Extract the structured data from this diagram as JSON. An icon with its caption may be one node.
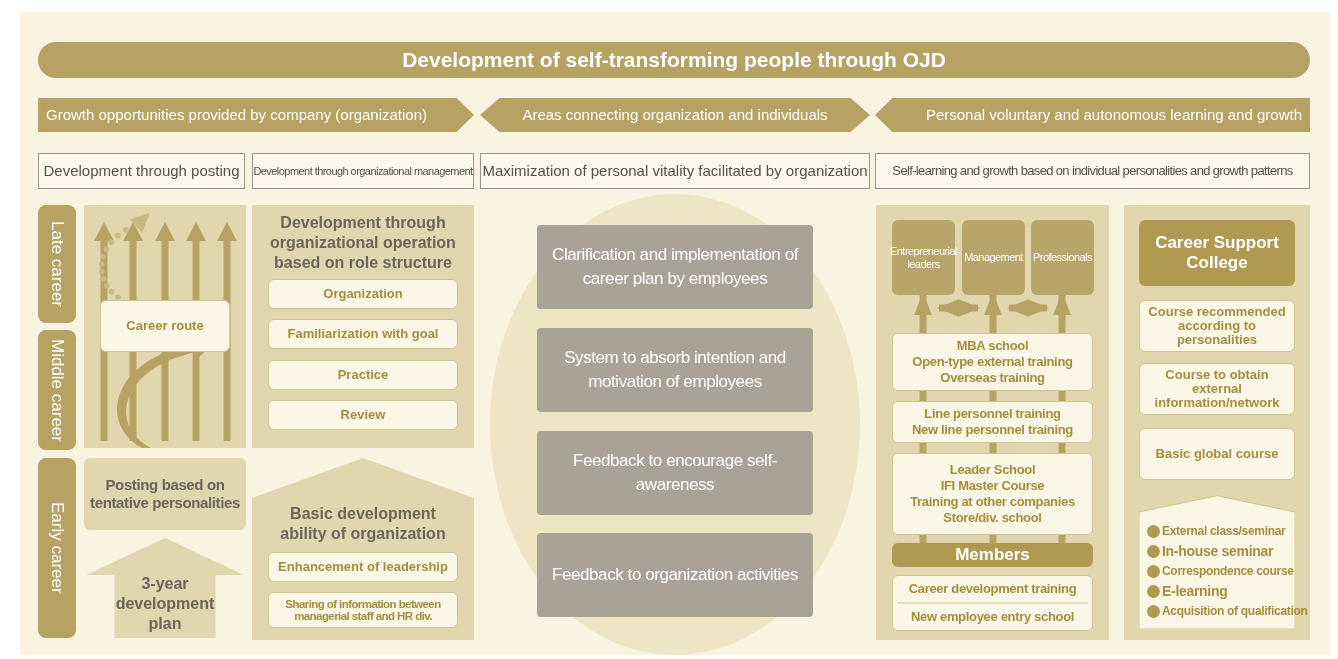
{
  "diagram": {
    "nodes": [
      {
        "text": [
          "Development of self-transforming people through OJD"
        ]
      },
      {
        "text": [
          "Growth opportunities provided by company (organization)"
        ]
      },
      {
        "text": [
          "Areas connecting organization and individuals"
        ]
      },
      {
        "text": [
          "Personal voluntary and autonomous learning and growth"
        ]
      },
      {
        "text": [
          "Development through posting"
        ]
      },
      {
        "text": [
          "Development through organizational management"
        ]
      },
      {
        "text": [
          "Maximization of personal vitality facilitated by organization"
        ]
      },
      {
        "text": [
          "Self-learning and growth based on individual personalities and growth patterns"
        ]
      },
      {
        "text": [
          "Late career"
        ]
      },
      {
        "text": [
          "Middle career"
        ]
      },
      {
        "text": [
          "Early career"
        ]
      },
      {
        "text": [],
        "shape": "box"
      },
      {
        "text": [
          "Career route"
        ],
        "in": 11
      },
      {
        "text": [
          "Development through organizational operation based on role structure"
        ]
      },
      {
        "text": [
          "Organization"
        ],
        "in": 13
      },
      {
        "text": [
          "Familiarization with goal"
        ],
        "in": 13
      },
      {
        "text": [
          "Practice"
        ],
        "in": 13
      },
      {
        "text": [
          "Review"
        ],
        "in": 13
      },
      {
        "text": [
          "Posting based on tentative personalities"
        ]
      },
      {
        "text": [
          "3-year development plan"
        ]
      },
      {
        "text": [
          "Basic development ability of organization"
        ]
      },
      {
        "text": [
          "Enhancement of leadership"
        ],
        "in": 20
      },
      {
        "text": [
          "Sharing of information between managerial staff and HR div."
        ],
        "in": 20
      },
      {
        "text": [],
        "shape": "ellipse"
      },
      {
        "text": [
          "Clarification and implementation of career plan by employees"
        ],
        "in": 23
      },
      {
        "text": [
          "System to absorb intention and motivation of employees"
        ],
        "in": 23
      },
      {
        "text": [
          "Feedback to encourage self-awareness"
        ],
        "in": 23
      },
      {
        "text": [
          "Feedback to organization activities"
        ],
        "in": 23
      },
      {
        "text": [],
        "shape": "box"
      },
      {
        "text": [
          "Entrepreneurial leaders"
        ],
        "in": 28
      },
      {
        "text": [
          "Management"
        ],
        "in": 28
      },
      {
        "text": [
          "Professionals"
        ],
        "in": 28
      },
      {
        "text": [
          "MBA school",
          "Open-type external training",
          "Overseas training"
        ],
        "in": 28
      },
      {
        "text": [
          "Line personnel training",
          "New line personnel training"
        ],
        "in": 28
      },
      {
        "text": [
          "Leader School",
          "IFI Master Course",
          "Training at other companies",
          "Store/div. school"
        ],
        "in": 28
      },
      {
        "text": [
          "Members"
        ],
        "in": 28
      },
      {
        "text": [
          "Career development training",
          "New employee entry school"
        ],
        "in": 28
      },
      {
        "text": [],
        "shape": "box"
      },
      {
        "text": [
          "Career Support College"
        ],
        "in": 37
      },
      {
        "text": [
          "Course recommended according to personalities"
        ],
        "in": 37
      },
      {
        "text": [
          "Course to obtain external information/network"
        ],
        "in": 37
      },
      {
        "text": [
          "Basic global course"
        ],
        "in": 37
      },
      {
        "text": [
          "External class/seminar",
          "In-house seminar",
          "Correspondence course",
          "E-learning",
          "Acquisition of qualification"
        ],
        "in": 37
      }
    ],
    "edges": [
      {
        "from": 32,
        "to": 29,
        "arrow": "to"
      },
      {
        "from": 32,
        "to": 30,
        "arrow": "to"
      },
      {
        "from": 32,
        "to": 31,
        "arrow": "to"
      },
      {
        "from": 29,
        "to": 30,
        "arrow": "both"
      },
      {
        "from": 30,
        "to": 31,
        "arrow": "both"
      },
      {
        "from": 33,
        "to": 32,
        "arrow": "none"
      },
      {
        "from": 33,
        "to": 32,
        "arrow": "none"
      },
      {
        "from": 33,
        "to": 32,
        "arrow": "none"
      },
      {
        "from": 34,
        "to": 33,
        "arrow": "none"
      },
      {
        "from": 34,
        "to": 33,
        "arrow": "none"
      },
      {
        "from": 34,
        "to": 33,
        "arrow": "none"
      },
      {
        "from": 35,
        "to": 34,
        "arrow": "none"
      },
      {
        "from": 35,
        "to": 34,
        "arrow": "none"
      },
      {
        "from": 35,
        "to": 34,
        "arrow": "none"
      }
    ]
  }
}
